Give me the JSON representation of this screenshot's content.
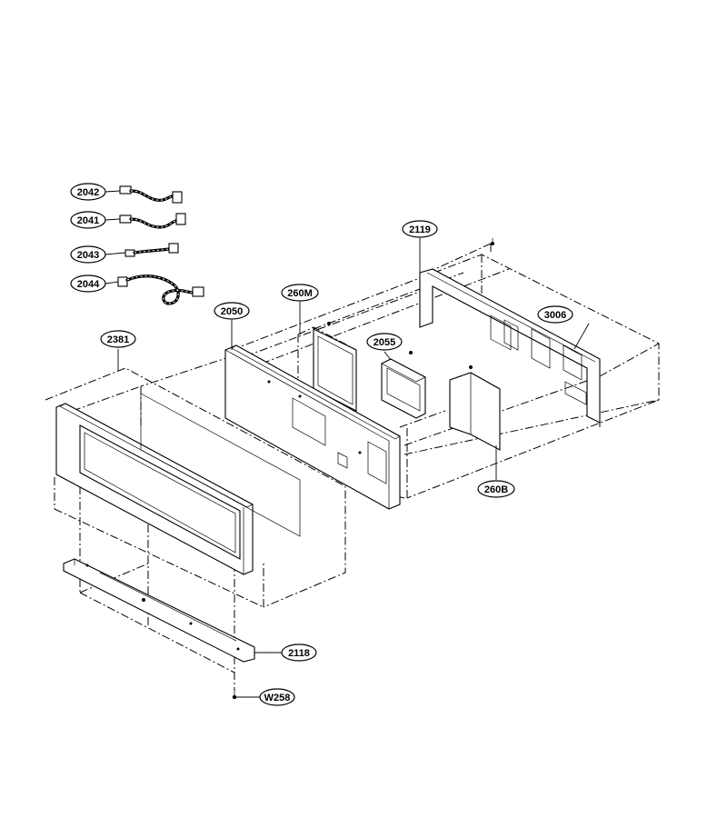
{
  "diagram": {
    "parts": [
      {
        "id": "p2042",
        "label": "2042"
      },
      {
        "id": "p2041",
        "label": "2041"
      },
      {
        "id": "p2043",
        "label": "2043"
      },
      {
        "id": "p2044",
        "label": "2044"
      },
      {
        "id": "p2119",
        "label": "2119"
      },
      {
        "id": "p260M",
        "label": "260M"
      },
      {
        "id": "p2050",
        "label": "2050"
      },
      {
        "id": "p3006",
        "label": "3006"
      },
      {
        "id": "p2055",
        "label": "2055"
      },
      {
        "id": "p2381",
        "label": "2381"
      },
      {
        "id": "p260B",
        "label": "260B"
      },
      {
        "id": "p2118",
        "label": "2118"
      },
      {
        "id": "pW258",
        "label": "W258"
      }
    ]
  }
}
